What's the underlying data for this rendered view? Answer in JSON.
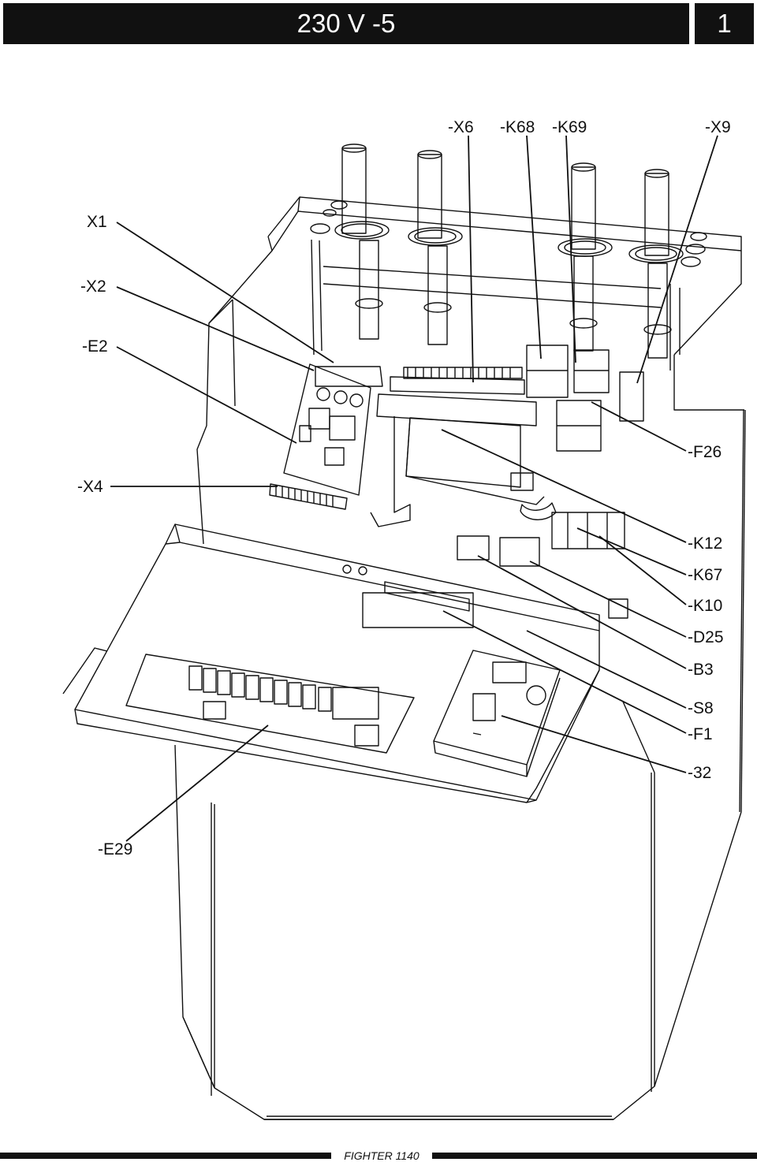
{
  "header": {
    "title": "230 V -5",
    "page_number": "1"
  },
  "footer": {
    "product": "FIGHTER 1140"
  },
  "callouts": {
    "x6": "-X6",
    "k68": "-K68",
    "k69": "-K69",
    "x9": "-X9",
    "x1": "X1",
    "x2": "-X2",
    "e2": "-E2",
    "x4": "-X4",
    "f26": "-F26",
    "k12": "-K12",
    "k67": "-K67",
    "k10": "-K10",
    "d25": "-D25",
    "b3": "-B3",
    "s8": "-S8",
    "f1": "-F1",
    "n32": "-32",
    "e29": "-E29"
  }
}
